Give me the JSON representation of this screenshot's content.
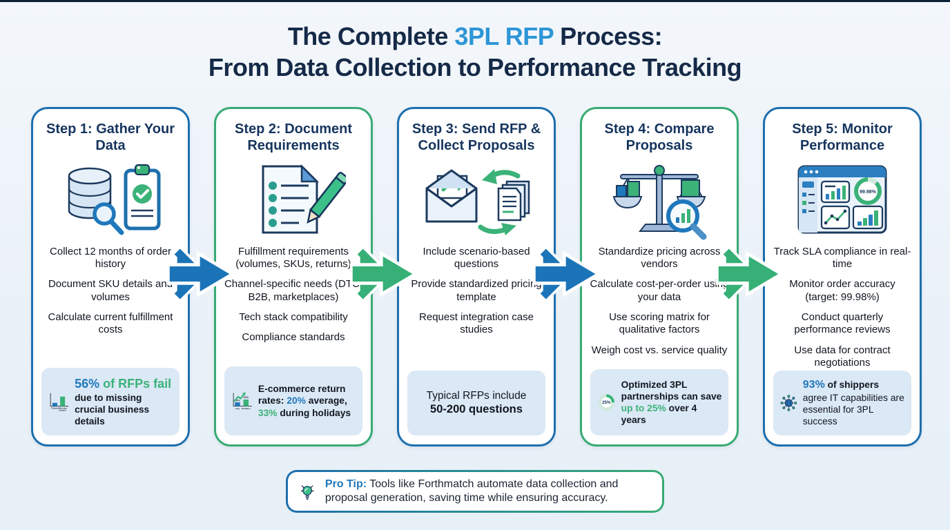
{
  "page": {
    "background": "#edf3f9",
    "top_line_color": "#0e2236"
  },
  "palette": {
    "navy": "#16355e",
    "text_dark": "#10161f",
    "blue": "#1f78bb",
    "blue_title": "#2e96d6",
    "green": "#3bb278",
    "card_border_blue": "#1d6fae",
    "card_border_green": "#38ab74",
    "arrow_blue": "#1c74b8",
    "arrow_green": "#36b077",
    "stat_bg": "#dbe8f5"
  },
  "title": {
    "line1_pre": "The Complete ",
    "line1_highlight": "3PL RFP",
    "line1_post": " Process:",
    "line2": "From Data Collection to Performance Tracking"
  },
  "steps": [
    {
      "title": "Step 1: Gather Your Data",
      "icon": "database-search-clipboard-icon",
      "bullets": [
        "Collect 12 months of order history",
        "Document SKU details and volumes",
        "Calculate current fulfillment costs"
      ],
      "stat": {
        "chart": {
          "type": "bar",
          "labels": [
            "Failure",
            "Miesing",
            "Details"
          ],
          "values": [
            15,
            45
          ],
          "colors": [
            "#1f78bb",
            "#3bb278"
          ]
        },
        "s_blue": "56%",
        "s_green": " of RFPs fail",
        "s_dark": " due to missing crucial business details"
      }
    },
    {
      "title": "Step 2: Document Requirements",
      "icon": "checklist-pencil-icon",
      "bullets": [
        "Fulfillment requirements (volumes, SKUs, returns)",
        "Channel-specific needs (DTC, B2B, marketplaces)",
        "Tech stack compatibility",
        "Compliance standards"
      ],
      "stat": {
        "chart": {
          "type": "bar",
          "labels": [
            "Avg",
            "Holidays"
          ],
          "values": [
            "20%",
            "33%"
          ],
          "colors": [
            "#1f78bb",
            "#3bb278"
          ]
        },
        "t1": "E-commerce return rates: ",
        "b1": "20%",
        "t2": " average, ",
        "g1": "33%",
        "t3": " during holidays"
      }
    },
    {
      "title": "Step 3: Send RFP & Collect Proposals",
      "icon": "envelope-documents-icon",
      "bullets": [
        "Include scenario-based questions",
        "Provide standardized pricing template",
        "Request integration case studies"
      ],
      "stat": {
        "t1": "Typical RFPs include",
        "b1": "50-200 questions"
      }
    },
    {
      "title": "Step 4: Compare Proposals",
      "icon": "balance-scale-magnifier-icon",
      "bullets": [
        "Standardize pricing across vendors",
        "Calculate cost-per-order using your data",
        "Use scoring matrix for qualitative factors",
        "Weigh cost vs. service quality"
      ],
      "stat": {
        "donut_label": "25%",
        "donut_percent": 25,
        "t1": "Optimized 3PL partnerships can save ",
        "g1": "up to 25%",
        "t2": " over 4 years"
      }
    },
    {
      "title": "Step 5: Monitor Performance",
      "icon": "dashboard-icon",
      "gauge_label": "99.98%",
      "bullets": [
        "Track SLA compliance in real-time",
        "Monitor order accuracy (target: 99.98%)",
        "Conduct quarterly performance reviews",
        "Use data for contract negotiations"
      ],
      "stat": {
        "b1": "93%",
        "b2": " of shippers",
        "t1": " agree IT capabilities are essential for 3PL success"
      }
    }
  ],
  "arrows": [
    {
      "direction": "right",
      "color": "#1c74b8"
    },
    {
      "direction": "right",
      "color": "#36b077"
    },
    {
      "direction": "right",
      "color": "#1c74b8"
    },
    {
      "direction": "right",
      "color": "#36b077"
    }
  ],
  "pro_tip": {
    "label": "Pro Tip:",
    "text": " Tools like Forthmatch automate data collection and proposal generation, saving time while ensuring accuracy."
  }
}
